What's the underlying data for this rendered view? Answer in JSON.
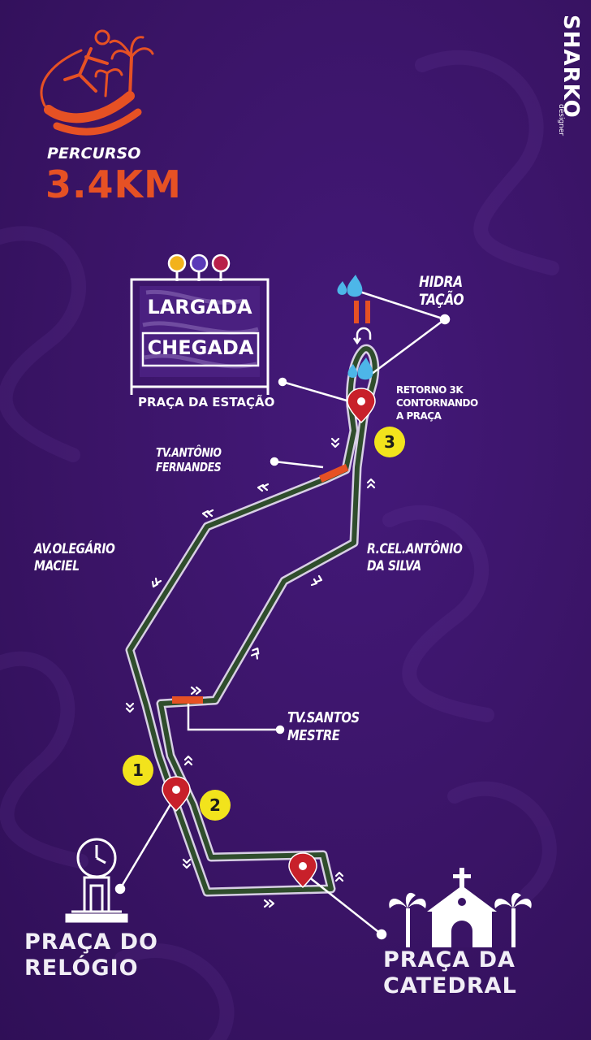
{
  "brand": {
    "name": "SHARKO",
    "sub": "designer"
  },
  "header": {
    "route_label": "PERCURSO",
    "distance": "3.4KM"
  },
  "start_sign": {
    "top": "LARGADA",
    "bottom": "CHEGADA",
    "caption": "PRAÇA DA ESTAÇÃO"
  },
  "labels": {
    "hydration": [
      "HIDRA",
      "TAÇÃO"
    ],
    "return_note": [
      "RETORNO 3K",
      "CONTORNANDO",
      "A PRAÇA"
    ],
    "tv_antonio": [
      "TV.ANTÔNIO",
      "FERNANDES"
    ],
    "av_olegario": [
      "AV.OLEGÁRIO",
      "MACIEL"
    ],
    "r_cel": [
      "R.CEL.ANTÔNIO",
      "DA SILVA"
    ],
    "tv_santos": [
      "TV.SANTOS",
      "MESTRE"
    ],
    "praca_relogio": [
      "PRAÇA DO",
      "RELÓGIO"
    ],
    "praca_catedral": [
      "PRAÇA DA",
      "CATEDRAL"
    ]
  },
  "km_markers": [
    "1",
    "2",
    "3"
  ],
  "colors": {
    "background": "#3a1466",
    "route": "#2f4d2c",
    "route_outline": "#e9e3f2",
    "accent_orange": "#e65124",
    "marker_yellow": "#f2e31c",
    "pin_red": "#c8202a"
  },
  "icons": [
    "runner-logo-icon",
    "water-drop-icon",
    "pause-icon",
    "u-turn-icon",
    "map-pin-icon",
    "clock-tower-icon",
    "cathedral-icon",
    "palm-tree-icon",
    "direction-chevron-icon"
  ]
}
